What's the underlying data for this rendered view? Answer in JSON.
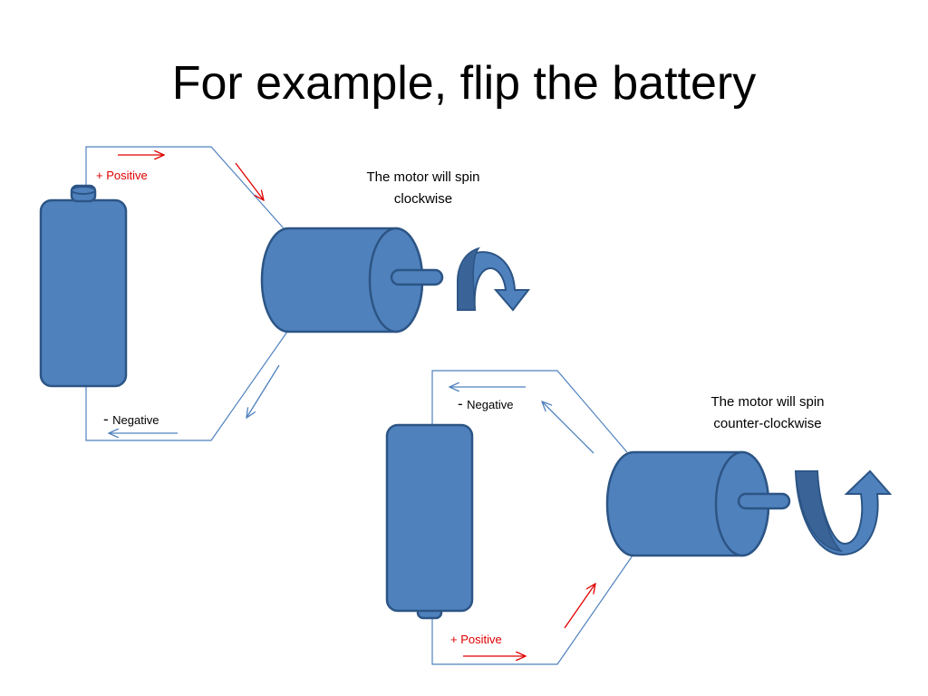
{
  "slide": {
    "title": "For example, flip the battery"
  },
  "top_circuit": {
    "positive_label": "+ Positive",
    "negative_sign": "-",
    "negative_label": "Negative",
    "note_line1": "The motor will spin",
    "note_line2": "clockwise"
  },
  "bottom_circuit": {
    "negative_sign": "-",
    "negative_label": "Negative",
    "positive_label": "+ Positive",
    "note_line1": "The motor will spin",
    "note_line2": "counter-clockwise"
  },
  "colors": {
    "shape_fill": "#4f81bd",
    "shape_stroke": "#2c5585",
    "wire": "#4f81bd",
    "positive_arrow": "#e00000",
    "negative_arrow": "#4f81bd",
    "rotation_dark": "#3a6397"
  }
}
